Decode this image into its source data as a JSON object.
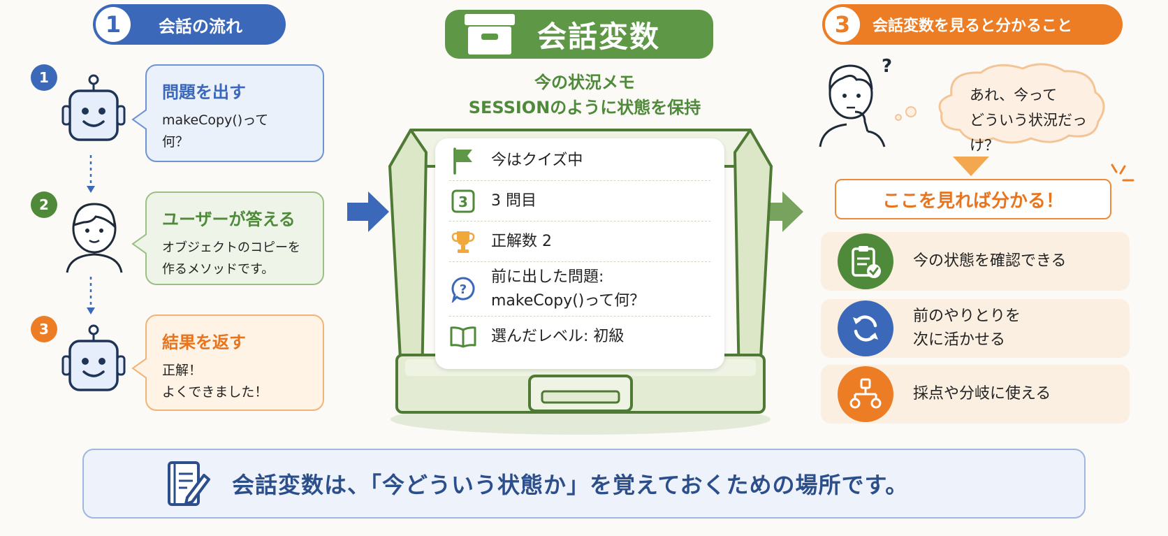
{
  "section1": {
    "number": "1",
    "title": "会話の流れ",
    "steps": [
      {
        "number": "1",
        "title": "問題を出す",
        "lines": [
          "makeCopy()って",
          "何？"
        ]
      },
      {
        "number": "2",
        "title": "ユーザーが答える",
        "lines": [
          "オブジェクトのコピーを",
          "作るメソッドです。"
        ]
      },
      {
        "number": "3",
        "title": "結果を返す",
        "lines": [
          "正解！",
          "よくできました！"
        ]
      }
    ]
  },
  "section2": {
    "title": "会話変数",
    "subtitle_lines": [
      "今の状況メモ",
      "SESSIONのように状態を保持"
    ],
    "rows": [
      {
        "icon": "flag-icon",
        "lines": [
          "今はクイズ中"
        ]
      },
      {
        "icon": "number-3-icon",
        "icon_text": "3",
        "lines": [
          "3 問目"
        ]
      },
      {
        "icon": "trophy-icon",
        "lines": [
          "正解数 2"
        ]
      },
      {
        "icon": "question-bubble-icon",
        "icon_text": "?",
        "lines": [
          "前に出した問題:",
          "makeCopy()って何？"
        ]
      },
      {
        "icon": "book-icon",
        "lines": [
          "選んだレベル: 初級"
        ]
      }
    ]
  },
  "section3": {
    "number": "3",
    "title": "会話変数を見ると分かること",
    "question_mark": "?",
    "thought_lines": [
      "あれ、今って",
      "どういう状況だっけ？"
    ],
    "callout": "ここを見れば分かる！",
    "benefits": [
      {
        "icon": "clipboard-check-icon",
        "color": "#4f8a3a",
        "lines": [
          "今の状態を確認できる"
        ]
      },
      {
        "icon": "refresh-icon",
        "color": "#3b68b9",
        "lines": [
          "前のやりとりを",
          "次に活かせる"
        ]
      },
      {
        "icon": "branch-icon",
        "color": "#ec7d24",
        "lines": [
          "採点や分岐に使える"
        ]
      }
    ]
  },
  "summary": {
    "icon": "note-pencil-icon",
    "text": "会話変数は、「今どういう状態か」を覚えておくための場所です。"
  },
  "colors": {
    "blue": "#3b68b9",
    "green": "#5e9847",
    "orange": "#ec7d24",
    "navy": "#2c4f8c"
  }
}
